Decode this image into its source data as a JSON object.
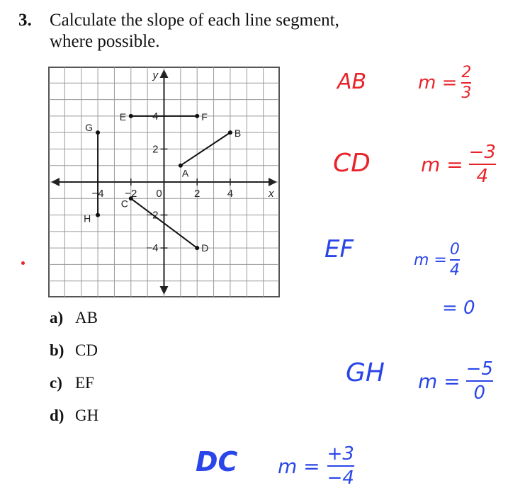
{
  "question": {
    "number": "3.",
    "line1": "Calculate the slope of each line segment,",
    "line2": "where possible."
  },
  "parts": [
    {
      "letter": "a)",
      "text": "AB"
    },
    {
      "letter": "b)",
      "text": "CD"
    },
    {
      "letter": "c)",
      "text": "EF"
    },
    {
      "letter": "d)",
      "text": "GH"
    }
  ],
  "graph": {
    "x_axis_label": "x",
    "y_axis_label": "y",
    "x_tick_labels": [
      "−4",
      "−2",
      "0",
      "2",
      "4"
    ],
    "y_tick_labels": [
      "4",
      "2",
      "−2",
      "−4"
    ],
    "points": [
      {
        "name": "A",
        "x": 1,
        "y": 1
      },
      {
        "name": "B",
        "x": 4,
        "y": 3
      },
      {
        "name": "C",
        "x": -2,
        "y": -1
      },
      {
        "name": "D",
        "x": 2,
        "y": -4
      },
      {
        "name": "E",
        "x": -2,
        "y": 4
      },
      {
        "name": "F",
        "x": 2,
        "y": 4
      },
      {
        "name": "G",
        "x": -4,
        "y": 3
      },
      {
        "name": "H",
        "x": -4,
        "y": -2
      }
    ],
    "segments": [
      [
        "A",
        "B"
      ],
      [
        "C",
        "D"
      ],
      [
        "E",
        "F"
      ],
      [
        "G",
        "H"
      ]
    ],
    "colors": {
      "grid": "#9a9a9a",
      "axis": "#222222"
    }
  },
  "answers": {
    "ab": {
      "label": "AB",
      "m": "m =",
      "num": "2",
      "den": "3"
    },
    "cd": {
      "label": "CD",
      "m": "m =",
      "num": "−3",
      "den": "4"
    },
    "ef": {
      "label": "EF",
      "m": "m =",
      "num": "0",
      "den": "4",
      "result": "= 0"
    },
    "gh": {
      "label": "GH",
      "m": "m =",
      "num": "−5",
      "den": "0"
    },
    "dc": {
      "label": "DC",
      "m": "m =",
      "num": "+3",
      "den": "−4"
    },
    "colors": {
      "red": "#e8242a",
      "blue": "#2a46e8"
    }
  }
}
